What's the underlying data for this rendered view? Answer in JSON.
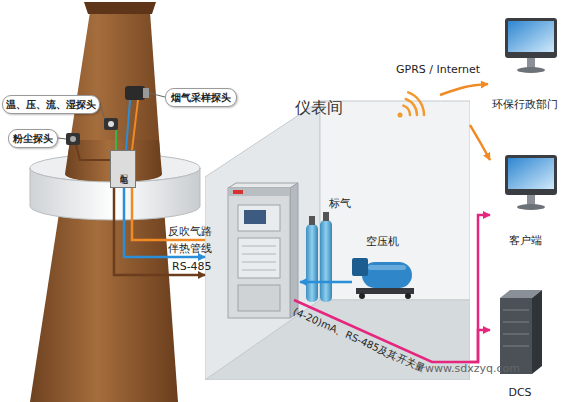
{
  "diagram": {
    "nodes": [
      {
        "text": [
          "温、压、流、湿探头"
        ]
      },
      {
        "text": [
          "烟气采样探头"
        ]
      },
      {
        "text": [
          "粉尘探头"
        ]
      },
      {
        "text": [
          "配电箱"
        ]
      },
      {
        "text": [
          "仪表间"
        ]
      },
      {
        "text": [
          "标气"
        ],
        "in": 4
      },
      {
        "text": [
          "空压机"
        ],
        "in": 4
      },
      {
        "text": [
          "环保行政部门"
        ]
      },
      {
        "text": [
          "客户端"
        ]
      },
      {
        "text": [
          "DCS"
        ]
      }
    ],
    "edges": [
      {
        "from": 3,
        "to": 4,
        "label": "反吹气路",
        "arrow": "none"
      },
      {
        "from": 3,
        "to": 4,
        "label": "伴热管线",
        "arrow": "to"
      },
      {
        "from": 3,
        "to": 4,
        "label": "RS-485",
        "arrow": "to"
      },
      {
        "from": 4,
        "to": 9,
        "label": "(4-20)mA、RS-485及其开关量",
        "arrow": "to"
      },
      {
        "from": 4,
        "to": 8,
        "arrow": "to"
      },
      {
        "from": 4,
        "to": 7,
        "label": "GPRS / Internet",
        "arrow": "to"
      },
      {
        "from": 4,
        "to": 8,
        "arrow": "to"
      }
    ],
    "labels": [
      "www.sdxzyq.com"
    ]
  }
}
